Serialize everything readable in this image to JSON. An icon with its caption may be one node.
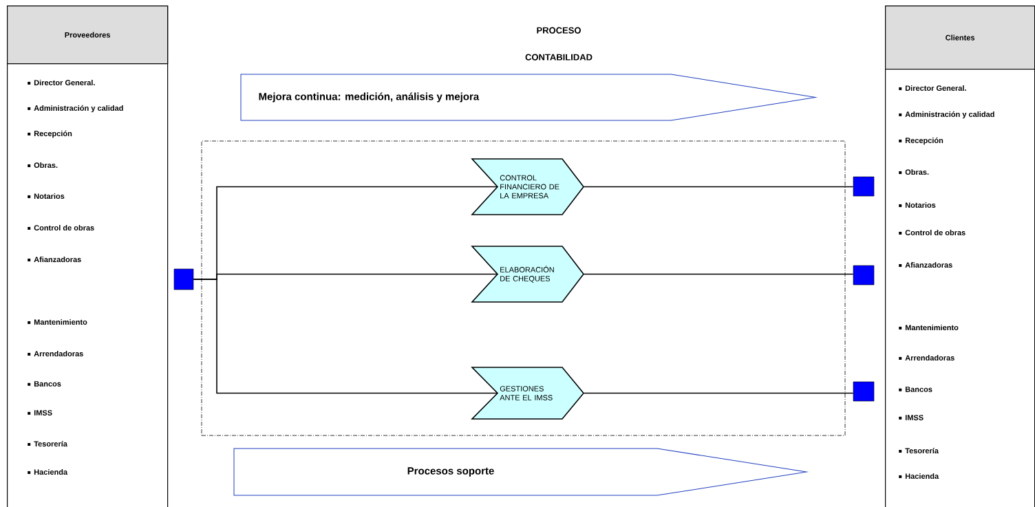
{
  "diagram": {
    "title": "PROCESO CONTABILIDAD",
    "nodes": [
      {
        "text": [
          "Proveedores",
          "Director General.",
          "Administración y calidad",
          "Recepción",
          "Obras.",
          "Notarios",
          "Control de obras",
          "Afianzadoras",
          "Mantenimiento",
          "Arrendadoras",
          "Bancos",
          "IMSS",
          "Tesorería",
          "Hacienda"
        ]
      },
      {
        "text": [
          "Clientes",
          "Director General.",
          "Administración y calidad",
          "Recepción",
          "Obras.",
          "Notarios",
          "Control de obras",
          "Afianzadoras",
          "Mantenimiento",
          "Arrendadoras",
          "Bancos",
          "IMSS",
          "Tesorería",
          "Hacienda"
        ]
      },
      {
        "text": [
          "Mejora continua: medición, análisis y mejora"
        ]
      },
      {
        "text": [
          "Procesos soporte"
        ]
      },
      {
        "text": [],
        "shape": "box"
      },
      {
        "text": [],
        "shape": "box"
      },
      {
        "text": [
          "CONTROL FINANCIERO DE LA EMPRESA"
        ],
        "in": 4
      },
      {
        "text": [
          "ELABORACIÓN DE CHEQUES"
        ],
        "in": 4
      },
      {
        "text": [
          "GESTIONES ANTE EL IMSS"
        ],
        "in": 4
      },
      {
        "text": [],
        "shape": "box"
      },
      {
        "text": [],
        "shape": "box"
      },
      {
        "text": [],
        "shape": "box"
      }
    ],
    "edges": [
      {
        "from": 5,
        "to": 6,
        "arrow": "none"
      },
      {
        "from": 5,
        "to": 7,
        "arrow": "none"
      },
      {
        "from": 5,
        "to": 8,
        "arrow": "none"
      },
      {
        "from": 6,
        "to": 9,
        "arrow": "none"
      },
      {
        "from": 7,
        "to": 10,
        "arrow": "none"
      },
      {
        "from": 8,
        "to": 11,
        "arrow": "none"
      }
    ]
  }
}
